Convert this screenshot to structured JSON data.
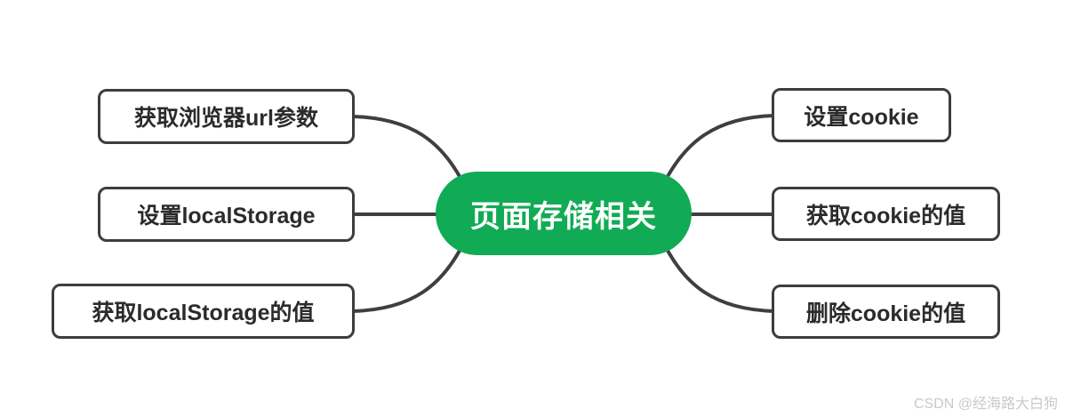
{
  "diagram": {
    "type": "mindmap",
    "background": "#ffffff",
    "center": {
      "label": "页面存储相关"
    },
    "left_nodes": [
      {
        "label": "获取浏览器url参数"
      },
      {
        "label": "设置localStorage"
      },
      {
        "label": "获取localStorage的值"
      }
    ],
    "right_nodes": [
      {
        "label": "设置cookie"
      },
      {
        "label": "获取cookie的值"
      },
      {
        "label": "删除cookie的值"
      }
    ],
    "colors": {
      "center_fill": "#11ab55",
      "center_text": "#ffffff",
      "branch_fill": "#ffffff",
      "branch_border": "#3d3d3d",
      "branch_text": "#2b2b2b",
      "connector": "#3f3f3f",
      "watermark_text": "#c9c9c9"
    }
  },
  "watermark": {
    "text": "CSDN @经海路大白狗"
  }
}
